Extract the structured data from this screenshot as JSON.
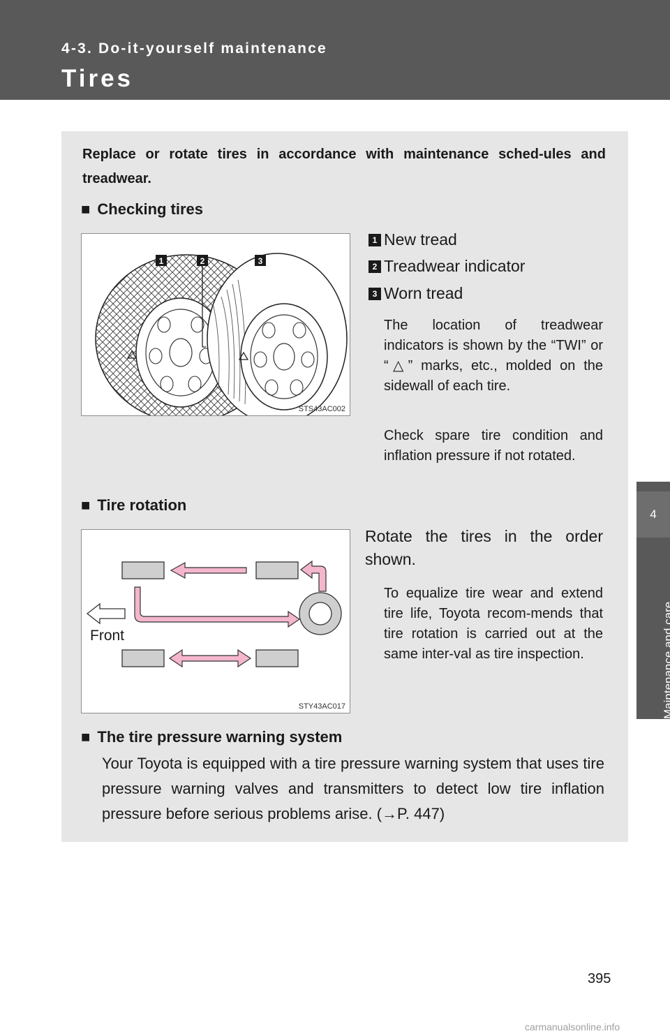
{
  "header": {
    "section_label": "4-3. Do-it-yourself maintenance",
    "page_title": "Tires"
  },
  "side_tab": {
    "chapter_number": "4",
    "chapter_title": "Maintenance and care"
  },
  "intro": "Replace or rotate tires in accordance with maintenance sched-ules and treadwear.",
  "checking_tires": {
    "heading": "Checking tires",
    "figure_code": "STS43AC002",
    "callouts": [
      {
        "number": "1",
        "label": "New tread"
      },
      {
        "number": "2",
        "label": "Treadwear indicator"
      },
      {
        "number": "3",
        "label": "Worn tread"
      }
    ],
    "note1": "The location of treadwear indicators is shown by the “TWI” or “△” marks, etc., molded on the sidewall of each tire.",
    "note2": "Check spare tire condition and inflation pressure if not rotated."
  },
  "tire_rotation": {
    "heading": "Tire rotation",
    "figure_code": "STY43AC017",
    "front_label": "Front",
    "description": "Rotate the tires in the order shown.",
    "note": "To equalize tire wear and extend tire life, Toyota recom-mends that tire rotation is carried out at the same inter-val as tire inspection."
  },
  "tpms": {
    "heading": "The tire pressure warning system",
    "text": "Your Toyota is equipped with a tire pressure warning system that uses tire pressure warning valves and transmitters to detect low tire inflation pressure before serious problems arise. (→P. 447)"
  },
  "page_number": "395",
  "watermark": "carmanualsonline.info",
  "colors": {
    "header_bg": "#595959",
    "content_bg": "#e6e6e6",
    "arrow_pink": "#f4b6cd",
    "tire_block": "#cfcfcf"
  }
}
